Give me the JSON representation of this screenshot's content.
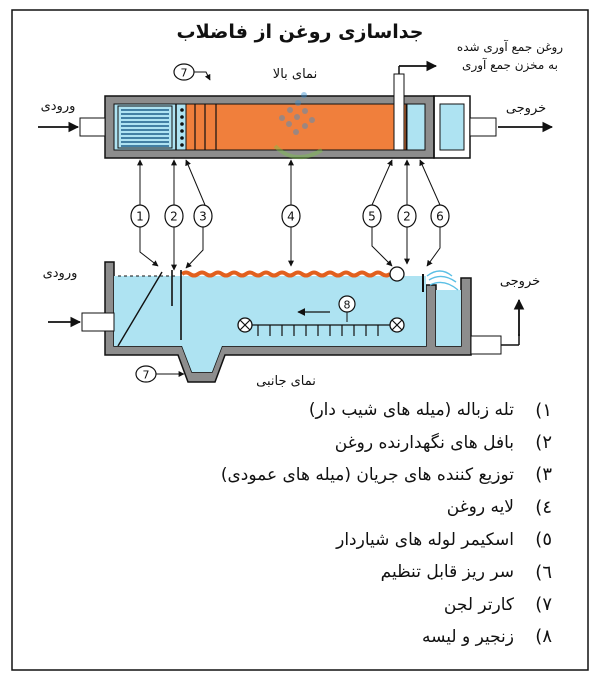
{
  "title": "جداسازی روغن از فاضلاب",
  "top_view": {
    "label": "نمای بالا",
    "inlet": "ورودی",
    "outlet": "خروجی",
    "collected_oil_line1": "روغن جمع آوری شده",
    "collected_oil_line2": "به مخزن جمع آوری",
    "callout_7": "7"
  },
  "side_view": {
    "label": "نمای جانبی",
    "inlet": "ورودی",
    "outlet": "خروجی",
    "callout_7": "7",
    "callout_8": "8"
  },
  "callouts": [
    "1",
    "2",
    "3",
    "4",
    "5",
    "2",
    "6"
  ],
  "legend": [
    {
      "num": "١)",
      "text": "تله زباله (میله های شیب دار)"
    },
    {
      "num": "٢)",
      "text": "بافل های نگهدارنده روغن"
    },
    {
      "num": "٣)",
      "text": "توزیع کننده های جریان (میله های عمودی)"
    },
    {
      "num": "٤)",
      "text": "لایه روغن"
    },
    {
      "num": "٥)",
      "text": "اسکیمر لوله های شیاردار"
    },
    {
      "num": "٦)",
      "text": "سر ریز قابل تنظیم"
    },
    {
      "num": "٧)",
      "text": "کارتر لجن"
    },
    {
      "num": "٨)",
      "text": "زنجیر و لیسه"
    }
  ],
  "colors": {
    "oil": "#f07f3c",
    "water": "#aee3f2",
    "wall": "#8d8d8d"
  }
}
